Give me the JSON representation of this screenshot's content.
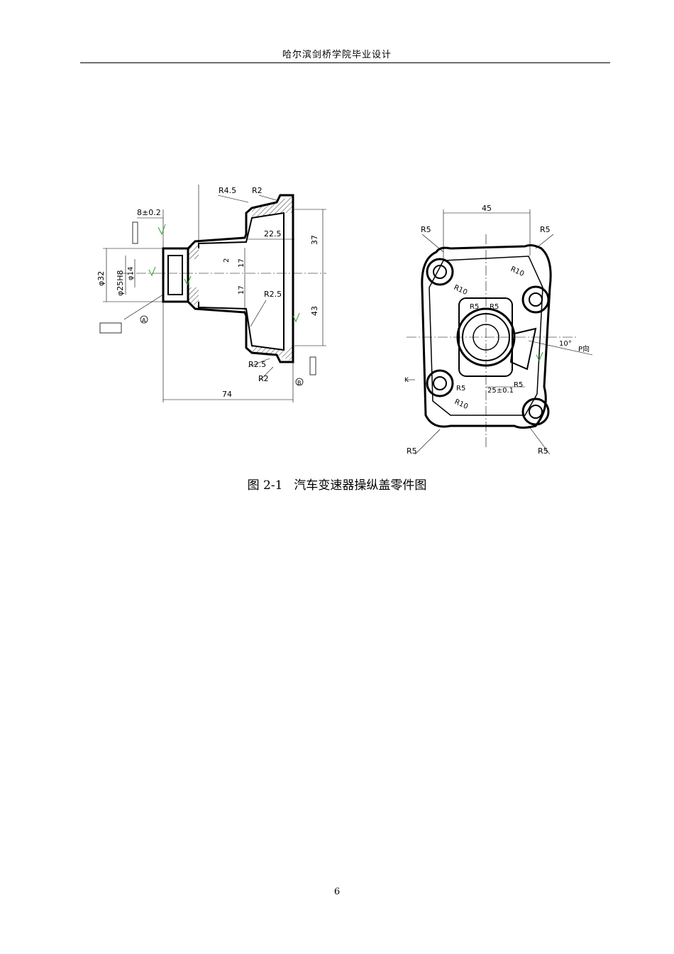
{
  "header": {
    "text": "哈尔滨剑桥学院毕业设计"
  },
  "figure": {
    "labels": {
      "left": {
        "r45": "R4.5",
        "r2_top": "R2",
        "dim8": "8±0.2",
        "dim225": "22.5",
        "dim37": "37",
        "dim17a": "17",
        "dim17b": "17",
        "dim2": "2",
        "r25_in": "R2.5",
        "dim43": "43",
        "r25_bot": "R2.5",
        "r2_bot": "R2",
        "dim74": "74",
        "phi32": "φ32",
        "phi25": "φ25H8",
        "phi14": "φ14",
        "datum_a": "A",
        "datum_b": "B"
      },
      "right": {
        "dim45": "45",
        "r5_tl": "R5",
        "r5_tr": "R5",
        "r10_a": "R10",
        "r10_b": "R10",
        "r5_in1": "R5",
        "r5_in2": "R5",
        "angle10": "10°",
        "pview": "P向",
        "k": "K",
        "r5_c": "R5",
        "r5_d": "R5",
        "dim25": "25±0.1",
        "r10_c": "R10",
        "r5_bl": "R5",
        "r5_br": "R5"
      }
    }
  },
  "caption": {
    "number": "图  2-1",
    "title": "汽车变速器操纵盖零件图"
  },
  "page_number": "6"
}
